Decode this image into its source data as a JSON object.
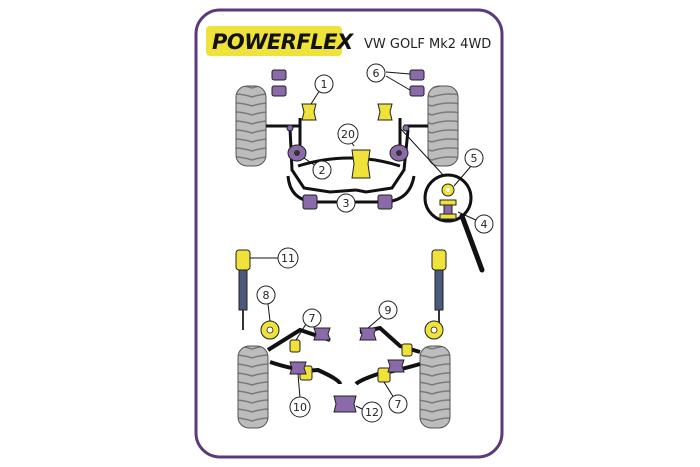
{
  "header": {
    "brand": "POWERFLEX",
    "model": "VW GOLF Mk2 4WD"
  },
  "colors": {
    "frame": "#5b3a7a",
    "bush_yellow": "#efe23a",
    "bush_purple": "#8a6aa8",
    "tire": "#b9b9b9",
    "line": "#111111",
    "callout_border": "#222222"
  },
  "callouts": [
    "1",
    "2",
    "3",
    "4",
    "5",
    "6",
    "7",
    "7",
    "8",
    "9",
    "10",
    "11",
    "12",
    "20"
  ]
}
